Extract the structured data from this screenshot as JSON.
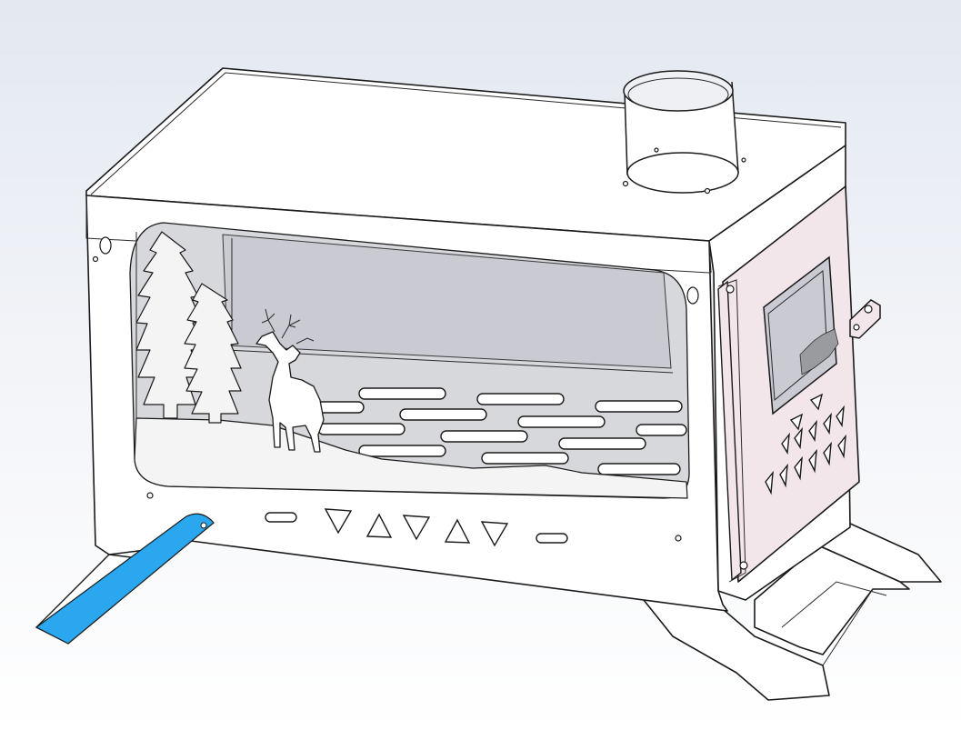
{
  "scene": {
    "type": "CAD model viewport",
    "subject": "wood stove",
    "parts": [
      "stove-body",
      "chimney-collar",
      "front-panel-deer-scene",
      "loading-door",
      "door-window",
      "door-latch",
      "stand-leg-right",
      "stand-leg-left-selected"
    ],
    "selected_part": "stand-leg-left-selected"
  },
  "colors": {
    "background_top": "#e3e8f1",
    "background_bottom": "#ffffff",
    "body": "#ffffff",
    "interior": "#d7d8dc",
    "door_tint": "#f3e6eb",
    "window_glass": "#c9cad2",
    "selection_highlight": "#2ba7ef",
    "edges": "#1a1a1a"
  },
  "icons": {
    "vent_up": "triangle-up",
    "vent_down": "triangle-down"
  }
}
